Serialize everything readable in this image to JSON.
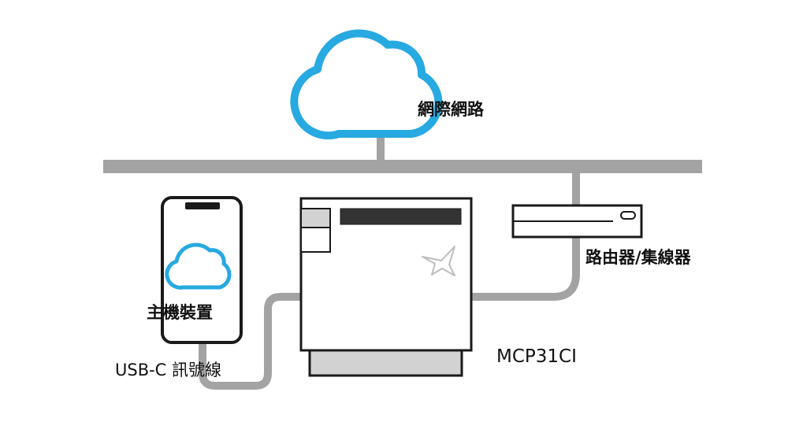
{
  "labels": {
    "cloud": "網際網路",
    "host": "主機裝置",
    "router": "路由器/集線器",
    "cable": "USB-C 訊號線",
    "printer": "MCP31CI"
  },
  "colors": {
    "network_line": "#a3a3a3",
    "cloud_stroke": "#27a9e1",
    "device_outline": "#111111",
    "printer_base": "#d2d2d2",
    "paper_slot": "#333333"
  },
  "icons": {
    "cloud": "cloud-icon",
    "small_cloud": "cloud-icon",
    "printer_logo": "star-icon"
  }
}
